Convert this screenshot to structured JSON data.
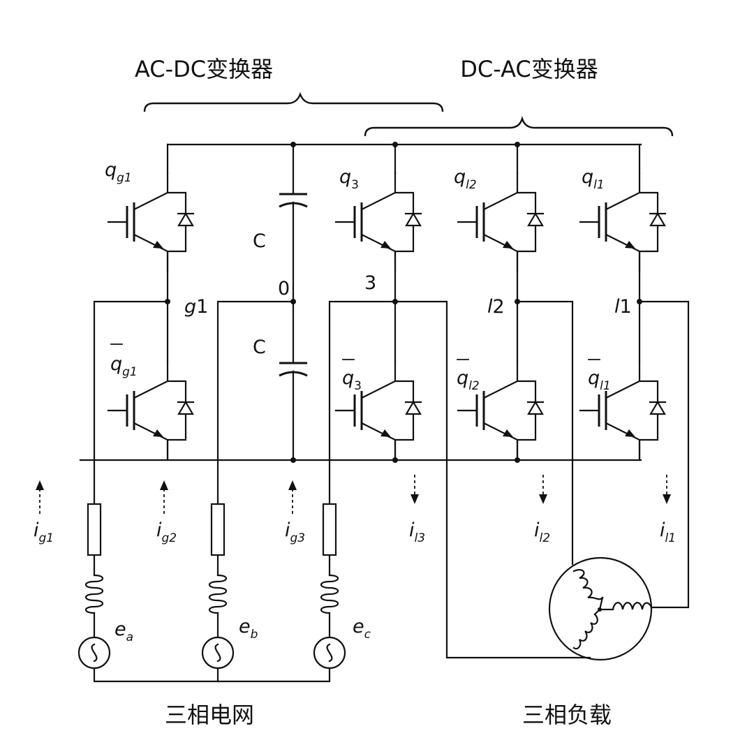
{
  "headers": {
    "ac_dc": "AC-DC变换器",
    "dc_ac": "DC-AC变换器"
  },
  "switches": {
    "qg1": {
      "main": "q",
      "sub": "g1"
    },
    "qg1_bar": {
      "main": "q",
      "sub": "g1"
    },
    "q3": {
      "main": "q",
      "sub": "3"
    },
    "q3_bar": {
      "main": "q",
      "sub": "3"
    },
    "ql2": {
      "main": "q",
      "sub": "l2"
    },
    "ql2_bar": {
      "main": "q",
      "sub": "l2"
    },
    "ql1": {
      "main": "q",
      "sub": "l1"
    },
    "ql1_bar": {
      "main": "q",
      "sub": "l1"
    }
  },
  "capacitors": {
    "upper": "C",
    "lower": "C"
  },
  "nodes": {
    "g1": {
      "italic": "g",
      "plain": "1"
    },
    "zero": "0",
    "three": "3",
    "l2": {
      "italic": "l",
      "plain": "2"
    },
    "l1": {
      "italic": "l",
      "plain": "1"
    }
  },
  "currents": {
    "ig1": {
      "main": "i",
      "sub": "g1"
    },
    "ig2": {
      "main": "i",
      "sub": "g2"
    },
    "ig3": {
      "main": "i",
      "sub": "g3"
    },
    "il3": {
      "main": "i",
      "sub": "l3"
    },
    "il2": {
      "main": "i",
      "sub": "l2"
    },
    "il1": {
      "main": "i",
      "sub": "l1"
    }
  },
  "sources": {
    "ea": {
      "main": "e",
      "sub": "a"
    },
    "eb": {
      "main": "e",
      "sub": "b"
    },
    "ec": {
      "main": "e",
      "sub": "c"
    }
  },
  "captions": {
    "grid": "三相电网",
    "load": "三相负载"
  }
}
